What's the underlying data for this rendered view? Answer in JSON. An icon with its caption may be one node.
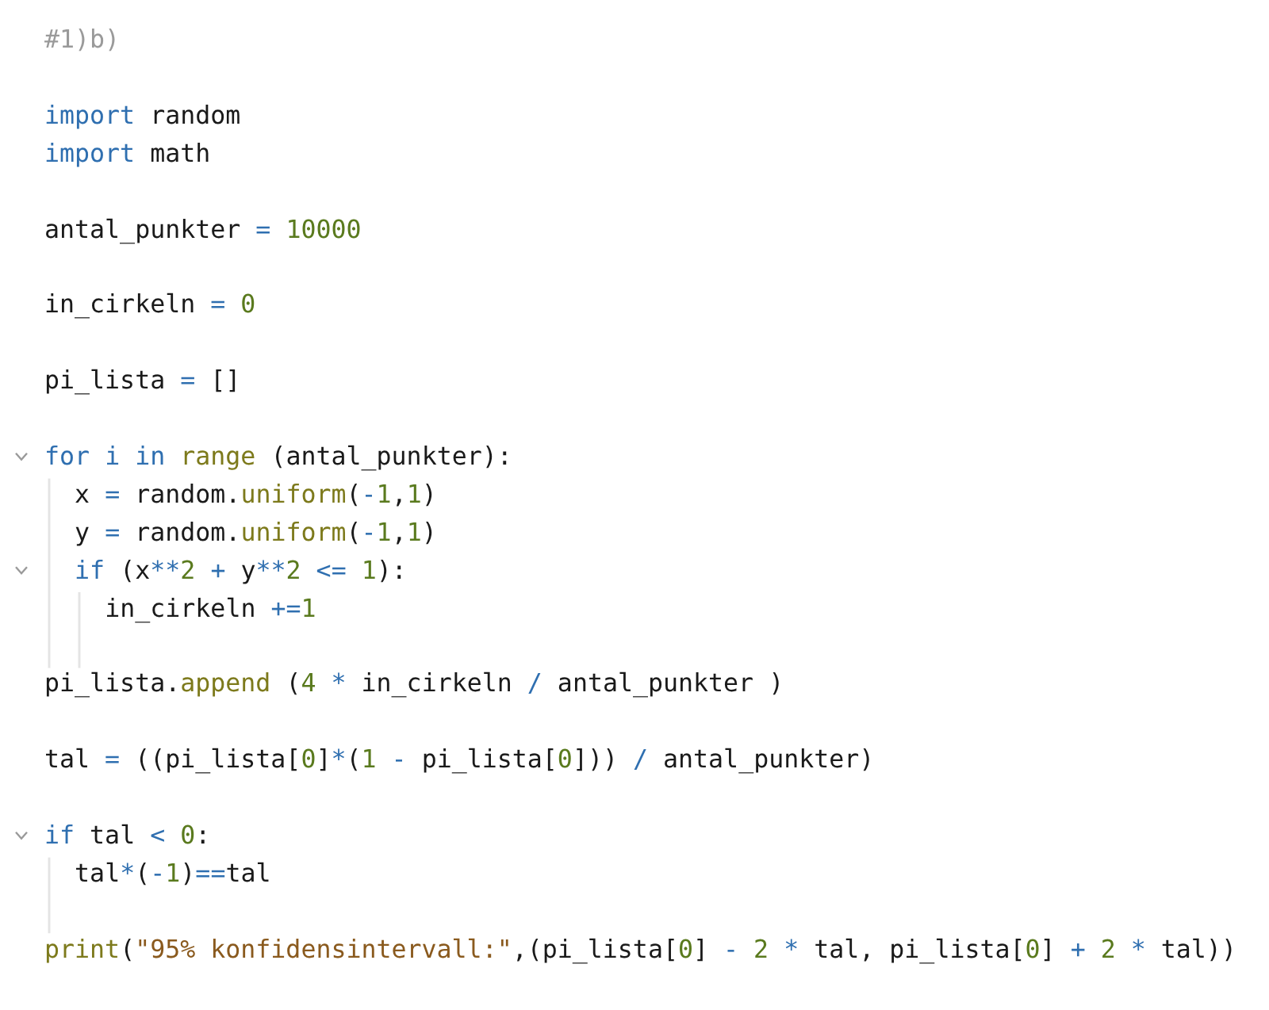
{
  "diagram": {
    "labels": [
      "#1)b)",
      "import random",
      "import math",
      "antal_punkter = 10000",
      "in_cirkeln = 0",
      "pi_lista = []",
      "for i in range (antal_punkter):",
      "x = random.uniform(-1,1)",
      "y = random.uniform(-1,1)",
      "if (x**2 + y**2 <= 1):",
      "in_cirkeln +=1",
      "pi_lista.append (4 * in_cirkeln / antal_punkter )",
      "tal = ((pi_lista[0]*(1 - pi_lista[0])) / antal_punkter)",
      "if tal < 0:",
      "tal*(-1)==tal",
      "print(\"95% konfidensintervall:\",(pi_lista[0] - 2 * tal, pi_lista[0] + 2 * tal))"
    ]
  }
}
